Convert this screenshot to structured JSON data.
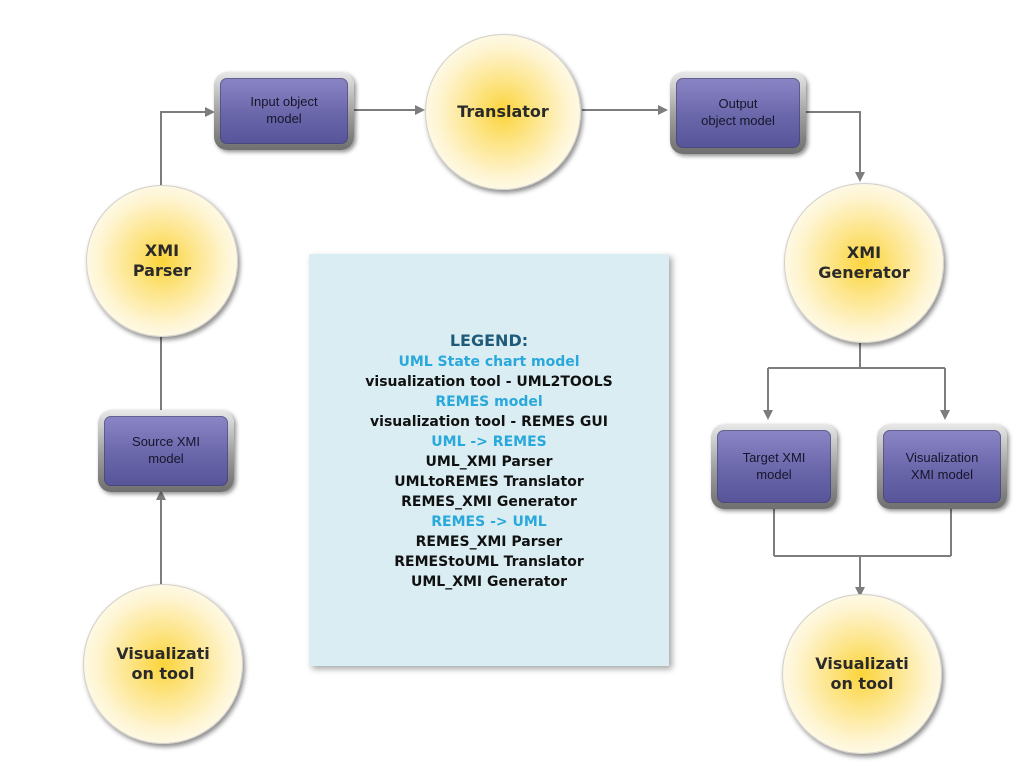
{
  "colors": {
    "circle_core": "#fbd43a",
    "box_fill": "#6a66aa",
    "box_frame": "#9c9c9c",
    "connector": "#7d7d7d",
    "legend_background": "#d9edf2",
    "legend_heading": "#1f5a7a",
    "legend_section": "#29a8dc"
  },
  "nodes": {
    "input_object_model": "Input object\nmodel",
    "translator": "Translator",
    "output_object_model": "Output\nobject model",
    "xmi_parser": "XMI\nParser",
    "xmi_generator": "XMI\nGenerator",
    "source_xmi_model": "Source XMI\nmodel",
    "target_xmi_model": "Target XMI\nmodel",
    "visualization_xmi_model": "Visualization\nXMI model",
    "visualization_tool_left": "Visualizati\non tool",
    "visualization_tool_right": "Visualizati\non tool"
  },
  "legend": {
    "heading": "LEGEND:",
    "lines": [
      {
        "text": "UML State chart model",
        "kind": "section"
      },
      {
        "text": "visualization tool - UML2TOOLS",
        "kind": "item"
      },
      {
        "text": "REMES model",
        "kind": "section"
      },
      {
        "text": "visualization tool - REMES GUI",
        "kind": "item"
      },
      {
        "text": "UML -> REMES",
        "kind": "section"
      },
      {
        "text": "UML_XMI Parser",
        "kind": "item"
      },
      {
        "text": "UMLtoREMES Translator",
        "kind": "item"
      },
      {
        "text": "REMES_XMI Generator",
        "kind": "item"
      },
      {
        "text": "REMES -> UML",
        "kind": "section"
      },
      {
        "text": "REMES_XMI Parser",
        "kind": "item"
      },
      {
        "text": "REMEStoUML Translator",
        "kind": "item"
      },
      {
        "text": "UML_XMI Generator",
        "kind": "item"
      }
    ]
  }
}
